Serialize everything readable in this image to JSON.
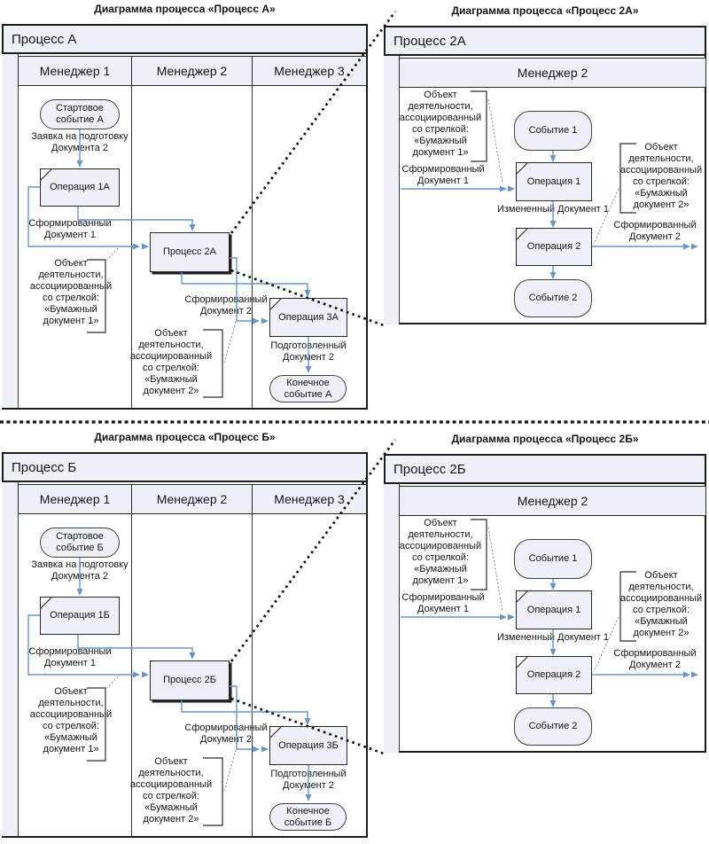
{
  "colors": {
    "node_fill": "#edf0f7",
    "band_fill": "#edf0f7",
    "flow_blue": "#6b93c4",
    "frame_border": "#1b1b1b",
    "drilldown_dotted": "#151515",
    "annotation_dotted": "#909090"
  },
  "panels": {
    "pa": {
      "title": "Диаграмма процесса «Процесс А»",
      "frame": "Процесс А",
      "lanes": [
        "Менеджер 1",
        "Менеджер 2",
        "Менеджер 3"
      ],
      "start_event": "Стартовое\nсобытие А",
      "request_label": "Заявка на подготовку\nДокумента 2",
      "op1": "Операция 1А",
      "formed1": "Сформированный\nДокумент 1",
      "ann1": "Объект\nдеятельности,\nассоциированный\nсо стрелкой:\n«Бумажный\nдокумент 1»",
      "subprocess": "Процесс 2А",
      "formed2": "Сформированный\nДокумент 2",
      "ann2": "Объект\nдеятельности,\nассоциированный\nсо стрелкой:\n«Бумажный\nдокумент 2»",
      "op3": "Операция 3А",
      "prepared": "Подготовленный\nДокумент 2",
      "end_event": "Конечное\nсобытие А"
    },
    "pb": {
      "title": "Диаграмма процесса «Процесс Б»",
      "frame": "Процесс Б",
      "lanes": [
        "Менеджер 1",
        "Менеджер 2",
        "Менеджер 3"
      ],
      "start_event": "Стартовое\nсобытие Б",
      "request_label": "Заявка на подготовку\nДокумента 2",
      "op1": "Операция 1Б",
      "formed1": "Сформированный\nДокумент 1",
      "ann1": "Объект\nдеятельности,\nассоциированный\nсо стрелкой:\n«Бумажный\nдокумент 1»",
      "subprocess": "Процесс 2Б",
      "formed2": "Сформированный\nДокумент 2",
      "ann2": "Объект\nдеятельности,\nассоциированный\nсо стрелкой:\n«Бумажный\nдокумент 2»",
      "op3": "Операция 3Б",
      "prepared": "Подготовленный\nДокумент 2",
      "end_event": "Конечное\nсобытие Б"
    },
    "p2a": {
      "title": "Диаграмма процесса «Процесс 2А»",
      "frame": "Процесс 2А",
      "lane": "Менеджер 2",
      "ann1": "Объект\nдеятельности,\nассоциированный\nсо стрелкой:\n«Бумажный\nдокумент 1»",
      "formed1": "Сформированный\nДокумент 1",
      "event1": "Событие 1",
      "op1": "Операция 1",
      "changed1": "Измененный Документ 1",
      "op2": "Операция 2",
      "formed2": "Сформированный\nДокумент 2",
      "ann2": "Объект\nдеятельности,\nассоциированный\nсо стрелкой:\n«Бумажный\nдокумент 2»",
      "event2": "Событие 2"
    },
    "p2b": {
      "title": "Диаграмма процесса «Процесс 2Б»",
      "frame": "Процесс 2Б",
      "lane": "Менеджер 2",
      "ann1": "Объект\nдеятельности,\nассоциированный\nсо стрелкой:\n«Бумажный\nдокумент 1»",
      "formed1": "Сформированный\nДокумент 1",
      "event1": "Событие 1",
      "op1": "Операция 1",
      "changed1": "Измененный Документ 1",
      "op2": "Операция 2",
      "formed2": "Сформированный\nДокумент 2",
      "ann2": "Объект\nдеятельности,\nассоциированный\nсо стрелкой:\n«Бумажный\nдокумент 2»",
      "event2": "Событие 2"
    }
  }
}
